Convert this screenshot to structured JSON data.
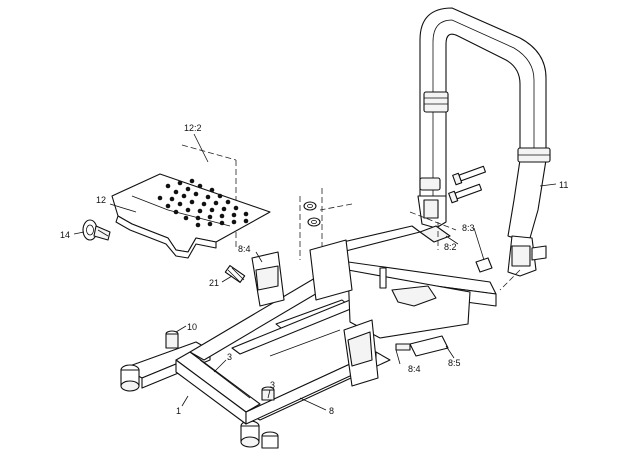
{
  "callouts": {
    "c_1": "1",
    "c_3a": "3",
    "c_3b": "3",
    "c_8": "8",
    "c_8_2": "8:2",
    "c_8_3": "8:3",
    "c_8_4a": "8:4",
    "c_8_4b": "8:4",
    "c_8_5": "8:5",
    "c_10": "10",
    "c_11": "11",
    "c_12": "12",
    "c_12_2": "12:2",
    "c_14": "14",
    "c_21": "21"
  },
  "colors": {
    "line": "#111111",
    "background": "#ffffff"
  }
}
